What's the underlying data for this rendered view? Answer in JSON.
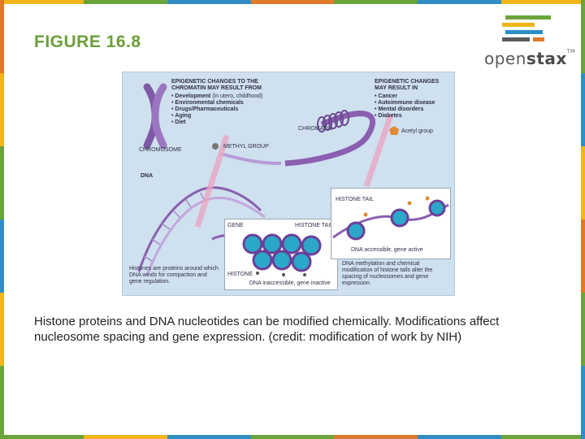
{
  "slide": {
    "title": "FIGURE 16.8",
    "caption": "Histone proteins and DNA nucleotides can be modified chemically. Modifications affect nucleosome spacing and gene expression. (credit: modification of work by NIH)"
  },
  "logo": {
    "word_light": "open",
    "word_bold": "stax",
    "tm": "TM"
  },
  "figure": {
    "left_header": "EPIGENETIC CHANGES TO THE CHROMATIN MAY RESULT FROM",
    "causes": [
      {
        "label": "Development",
        "note": " (in utero, childhood)"
      },
      {
        "label": "Environmental chemicals",
        "note": ""
      },
      {
        "label": "Drugs/Pharmaceuticals",
        "note": ""
      },
      {
        "label": "Aging",
        "note": ""
      },
      {
        "label": "Diet",
        "note": ""
      }
    ],
    "right_header": "EPIGENETIC CHANGES MAY RESULT IN",
    "results": [
      "Cancer",
      "Autoimmune disease",
      "Mental disorders",
      "Diabetes"
    ],
    "labels": {
      "chromosome": "CHROMOSOME",
      "chromatin": "CHROMATIN",
      "methyl_group": "METHYL GROUP",
      "dna": "DNA",
      "acetyl_group": "Acetyl group",
      "gene": "GENE",
      "histone_tail_left": "HISTONE TAIL",
      "histone": "HISTONE",
      "histone_tail_right": "HISTONE TAIL",
      "inactive": "DNA inaccessible, gene inactive",
      "active": "DNA accessible, gene active",
      "histone_note": "Histones are proteins around which DNA winds for compaction and gene regulation.",
      "methylation_note": "DNA methylation and chemical modification of histone tails alter the spacing of nucleosomes and gene expression."
    }
  },
  "colors": {
    "title_green": "#6a9f3a",
    "figure_bg": "#cfe0ef",
    "nucleosome_blue": "#2aa7c9",
    "dna_purple": "#8a5fb0"
  }
}
